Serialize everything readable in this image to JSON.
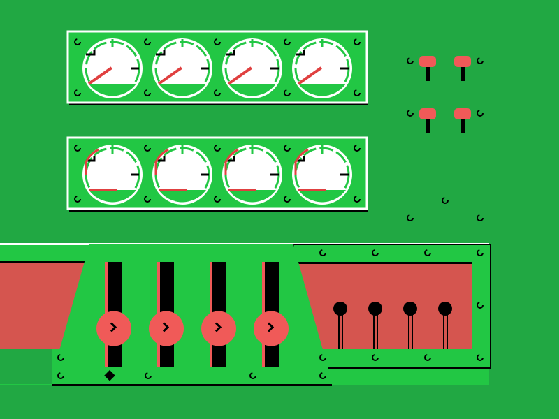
{
  "colors": {
    "background": "#21a843",
    "panel": "#22c744",
    "panel_red": "#d5554f",
    "knob_red": "#f05a58",
    "gauge_face": "#ffffff",
    "needle": "#e04040",
    "dark": "#000000"
  },
  "gauge_rows": [
    {
      "gauges": [
        {
          "needle_angle_deg": 35
        },
        {
          "needle_angle_deg": 35
        },
        {
          "needle_angle_deg": 35
        },
        {
          "needle_angle_deg": 35
        }
      ]
    },
    {
      "gauges": [
        {
          "needle_angle_deg": 0
        },
        {
          "needle_angle_deg": 0
        },
        {
          "needle_angle_deg": 0
        },
        {
          "needle_angle_deg": 0
        }
      ]
    }
  ],
  "toggle_switches": [
    {
      "state": "up"
    },
    {
      "state": "up"
    },
    {
      "state": "up"
    },
    {
      "state": "up"
    }
  ],
  "sliders": [
    {
      "level": 0.35
    },
    {
      "level": 0.35
    },
    {
      "level": 0.35
    },
    {
      "level": 0.35
    }
  ],
  "probes": 4
}
